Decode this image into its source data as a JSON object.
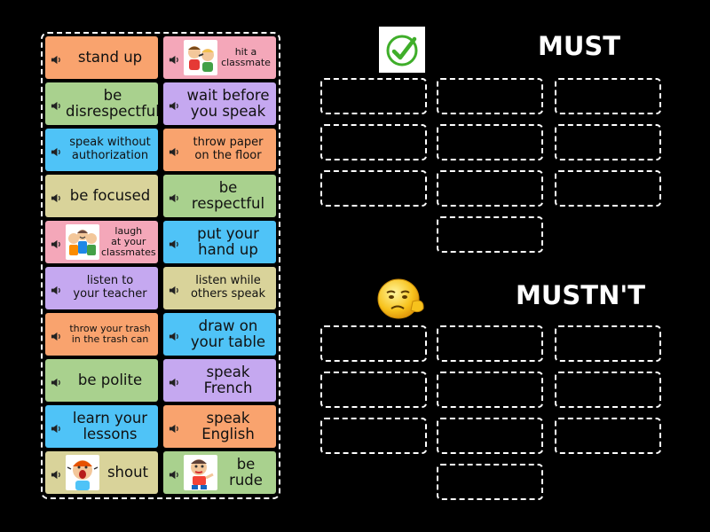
{
  "pool": {
    "tiles": [
      {
        "text": "stand up",
        "color": "#f9a36e"
      },
      {
        "text": "hit a classmate",
        "color": "#f4a7b9"
      },
      {
        "text": "be disrespectful",
        "color": "#a9d18e"
      },
      {
        "text": "wait before you speak",
        "color": "#c5a8f0"
      },
      {
        "text": "speak without authorization",
        "color": "#4fc3f7"
      },
      {
        "text": "throw paper on the floor",
        "color": "#f9a36e"
      },
      {
        "text": "be focused",
        "color": "#d9d39a"
      },
      {
        "text": "be respectful",
        "color": "#a9d18e"
      },
      {
        "text": "laugh at your classmates",
        "color": "#f4a7b9"
      },
      {
        "text": "put your hand up",
        "color": "#4fc3f7"
      },
      {
        "text": "listen to your teacher",
        "color": "#c5a8f0"
      },
      {
        "text": "listen while others speak",
        "color": "#d9d39a"
      },
      {
        "text": "throw your trash in the trash can",
        "color": "#f9a36e"
      },
      {
        "text": "draw on your table",
        "color": "#4fc3f7"
      },
      {
        "text": "be polite",
        "color": "#a9d18e"
      },
      {
        "text": "speak French",
        "color": "#c5a8f0"
      },
      {
        "text": "learn your lessons",
        "color": "#4fc3f7"
      },
      {
        "text": "speak English",
        "color": "#f9a36e"
      },
      {
        "text": "shout",
        "color": "#d9d39a"
      },
      {
        "text": "be rude",
        "color": "#a9d18e"
      }
    ]
  },
  "groups": {
    "must": {
      "title": "MUST",
      "icon": "checkmark-icon",
      "slot_count": 10
    },
    "mustnt": {
      "title": "MUSTN'T",
      "icon": "sad-face-icon",
      "slot_count": 10
    }
  },
  "icons": {
    "speaker": "speaker-icon"
  }
}
